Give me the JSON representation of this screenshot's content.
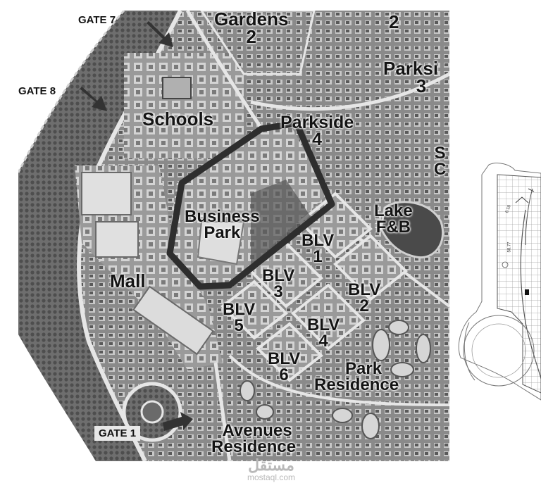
{
  "gates": {
    "gate7": "GATE 7",
    "gate8": "GATE 8",
    "gate1": "GATE 1"
  },
  "zones": {
    "gardens": {
      "name": "Gardens",
      "num": "2"
    },
    "gardens_right_num": "2",
    "parkside_right": {
      "name": "Parksi",
      "num": "3"
    },
    "schools": "Schools",
    "parkside": {
      "name": "Parkside",
      "num": "4"
    },
    "edge_right": {
      "a": "S",
      "b": "C"
    },
    "business_park": {
      "name": "Business",
      "name2": "Park"
    },
    "lake": {
      "name": "Lake",
      "name2": "F&B"
    },
    "mall": "Mall",
    "blv1": {
      "name": "BLV",
      "num": "1"
    },
    "blv2": {
      "name": "BLV",
      "num": "2"
    },
    "blv3": {
      "name": "BLV",
      "num": "3"
    },
    "blv4": {
      "name": "BLV",
      "num": "4"
    },
    "blv5": {
      "name": "BLV",
      "num": "5"
    },
    "blv6": {
      "name": "BLV",
      "num": "6"
    },
    "park_residence": {
      "name": "Park",
      "name2": "Residence"
    },
    "avenues_residence": {
      "name": "Avenues",
      "name2": "Residence"
    }
  },
  "plan": {
    "dim1": "6.18",
    "dim2": "58.77"
  },
  "watermark": {
    "arabic": "مستقل",
    "url": "mostaql.com"
  },
  "colors": {
    "map_bg": "#7a7a7a",
    "road": "#e6e6e6",
    "block": "#bdbdbd",
    "outline": "#2e2e2e",
    "label": "#141414"
  }
}
